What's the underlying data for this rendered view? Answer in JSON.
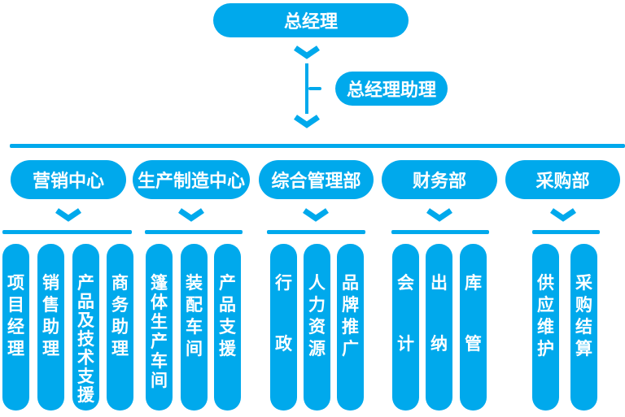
{
  "colors": {
    "accent": "#00A9EC",
    "node_text": "#FFFFFF",
    "background": "#FFFFFF"
  },
  "icons": {
    "connector_arrow": "chevron-down-icon"
  },
  "chart": {
    "root": {
      "label": "总经理"
    },
    "assistant": {
      "label": "总经理助理"
    },
    "departments": [
      {
        "label": "营销中心",
        "children": [
          "项目经理",
          "销售助理",
          "产品及技术支援",
          "商务助理"
        ]
      },
      {
        "label": "生产制造中心",
        "children": [
          "篷体生产车间",
          "装配车间",
          "产品支援"
        ]
      },
      {
        "label": "综合管理部",
        "children": [
          "行政",
          "人力资源",
          "品牌推广"
        ]
      },
      {
        "label": "财务部",
        "children": [
          "会计",
          "出纳",
          "库管"
        ]
      },
      {
        "label": "采购部",
        "children": [
          "供应维护",
          "采购结算"
        ]
      }
    ]
  }
}
